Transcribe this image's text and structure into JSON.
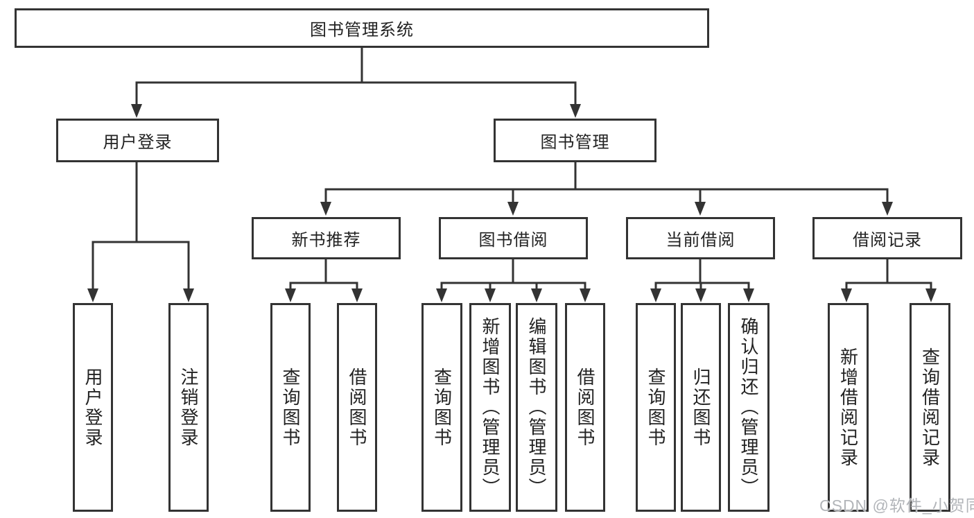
{
  "colors": {
    "line": "#333333",
    "box_border": "#333333",
    "box_background": "#ffffff",
    "text": "#222222",
    "watermark": "#b2b5b9",
    "page_background": "#ffffff"
  },
  "watermark": {
    "text": "CSDN @软件_小贺同学"
  },
  "tree": {
    "root": {
      "label": "图书管理系统"
    },
    "branches": [
      {
        "label": "用户登录",
        "children": [
          {
            "label": "用户登录"
          },
          {
            "label": "注销登录"
          }
        ]
      },
      {
        "label": "图书管理",
        "groups": [
          {
            "label": "新书推荐",
            "children": [
              {
                "label": "查询图书"
              },
              {
                "label": "借阅图书"
              }
            ]
          },
          {
            "label": "图书借阅",
            "children": [
              {
                "label": "查询图书"
              },
              {
                "label": "新增图书（管理员）"
              },
              {
                "label": "编辑图书（管理员）"
              },
              {
                "label": "借阅图书"
              }
            ]
          },
          {
            "label": "当前借阅",
            "children": [
              {
                "label": "查询图书"
              },
              {
                "label": "归还图书"
              },
              {
                "label": "确认归还（管理员）"
              }
            ]
          },
          {
            "label": "借阅记录",
            "children": [
              {
                "label": "新增借阅记录"
              },
              {
                "label": "查询借阅记录"
              }
            ]
          }
        ]
      }
    ]
  }
}
